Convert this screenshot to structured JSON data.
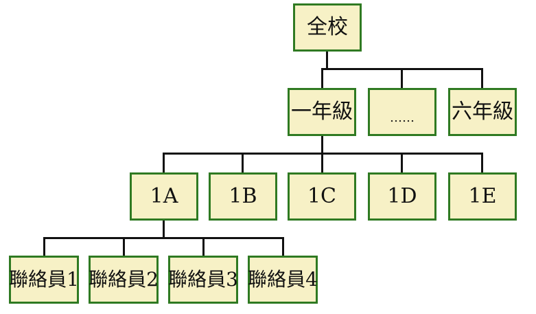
{
  "colors": {
    "node_fill": "#f7f1c6",
    "node_border": "#2f7a22",
    "connector": "#111111"
  },
  "root": {
    "label": "全校"
  },
  "grades": [
    {
      "label": "一年級"
    },
    {
      "label": "……"
    },
    {
      "label": "六年級"
    }
  ],
  "classes": [
    {
      "label": "1A"
    },
    {
      "label": "1B"
    },
    {
      "label": "1C"
    },
    {
      "label": "1D"
    },
    {
      "label": "1E"
    }
  ],
  "liaisons": [
    {
      "label": "聯絡員1"
    },
    {
      "label": "聯絡員2"
    },
    {
      "label": "聯絡員3"
    },
    {
      "label": "聯絡員4"
    }
  ]
}
